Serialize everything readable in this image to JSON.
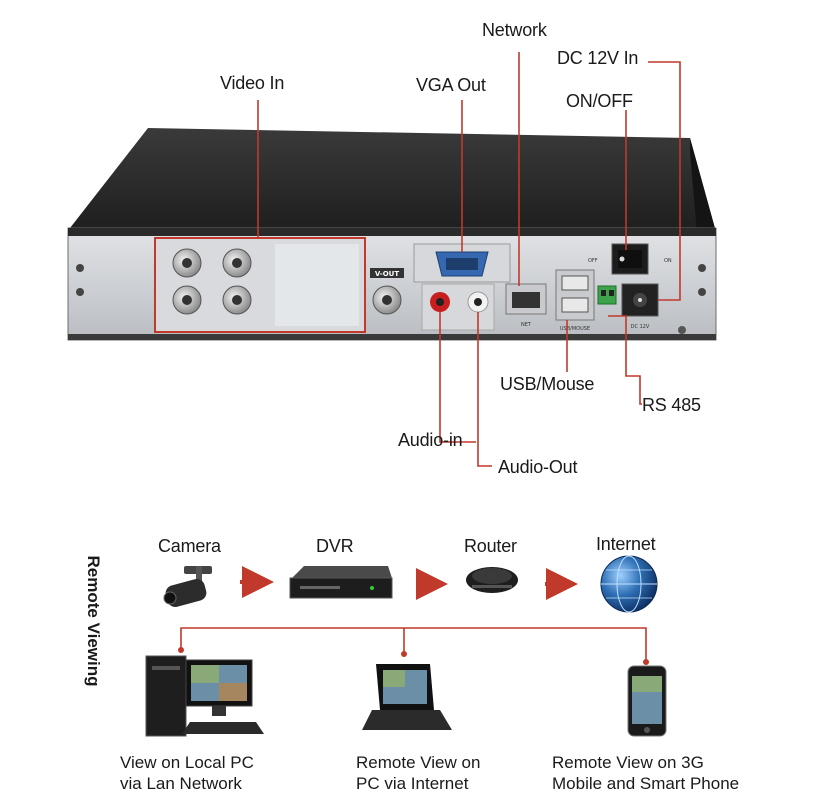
{
  "device_labels": {
    "video_in": "Video In",
    "vga_out": "VGA Out",
    "network": "Network",
    "dc_12v_in": "DC 12V In",
    "on_off": "ON/OFF",
    "usb_mouse": "USB/Mouse",
    "rs485": "RS 485",
    "audio_in": "Audio-in",
    "audio_out": "Audio-Out"
  },
  "panel_text": {
    "v_out": "V-OUT",
    "net": "NET",
    "usb_mouse": "USB/MOUSE",
    "dc12v": "DC 12V",
    "off": "OFF",
    "on": "ON"
  },
  "remote_viewing": {
    "title": "Remote Viewing",
    "chain": [
      "Camera",
      "DVR",
      "Router",
      "Internet"
    ],
    "views": [
      [
        "View on Local PC",
        "via Lan Network"
      ],
      [
        "Remote View on",
        "PC via Internet"
      ],
      [
        "Remote View on 3G",
        "Mobile and Smart Phone"
      ]
    ]
  },
  "colors": {
    "callout": "#c0392b",
    "chassis_dark": "#2b2b2b",
    "panel": "#cfd2d6",
    "globe": "#2f6fb5"
  }
}
